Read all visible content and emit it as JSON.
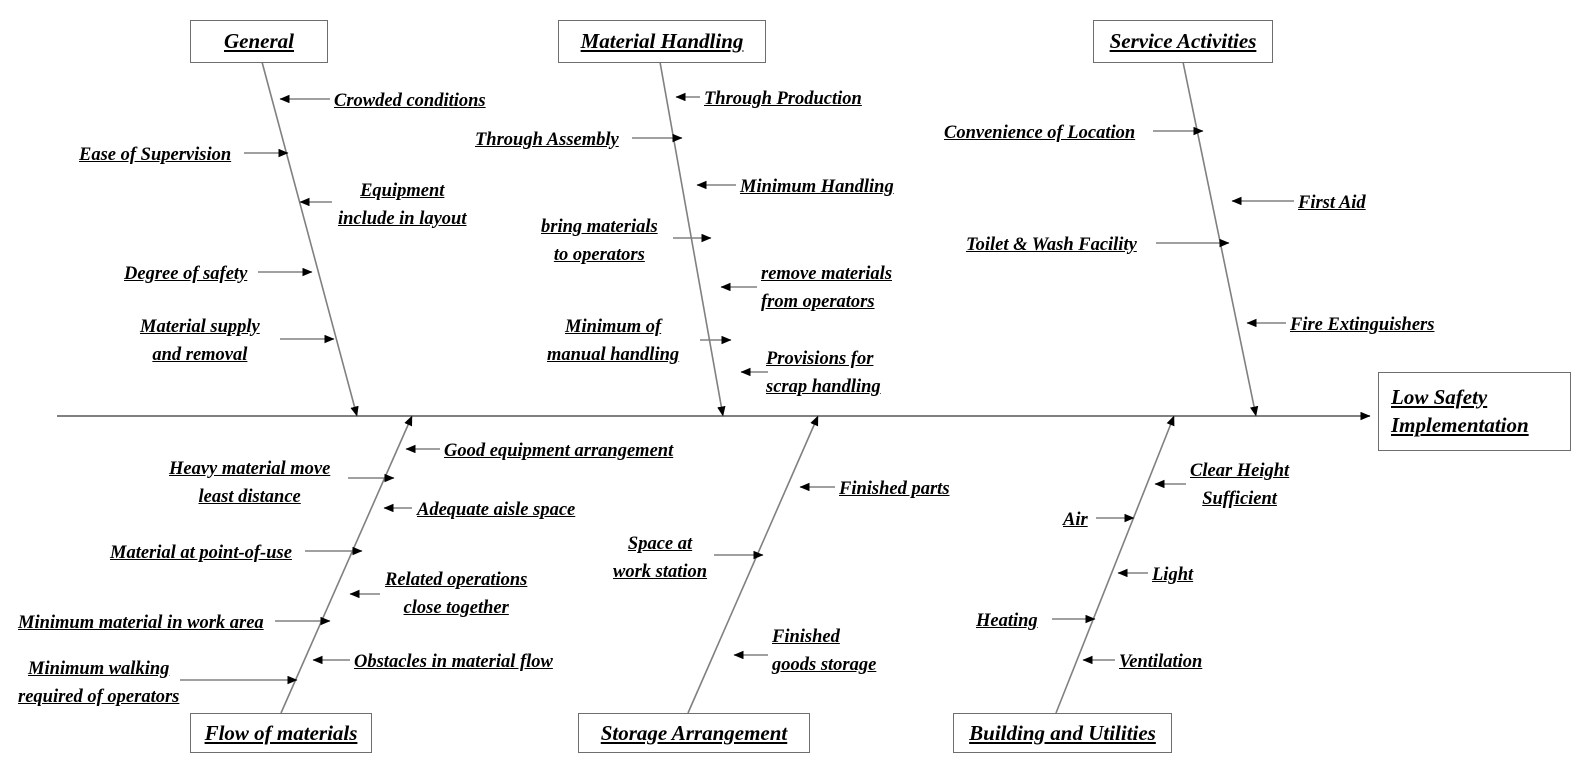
{
  "diagram": {
    "type": "fishbone-ishikawa",
    "effect": {
      "line1": "Low Safety ",
      "line2": "Implementation  "
    },
    "categories": [
      {
        "id": "general",
        "label": "General",
        "position": "top"
      },
      {
        "id": "material-handling",
        "label": "Material Handling",
        "position": "top"
      },
      {
        "id": "service-activities",
        "label": "Service Activities ",
        "position": "top"
      },
      {
        "id": "flow-of-materials",
        "label": "Flow of materials",
        "position": "bottom"
      },
      {
        "id": "storage-arrangement",
        "label": "Storage Arrangement",
        "position": "bottom"
      },
      {
        "id": "building-and-utilities",
        "label": "Building and Utilities ",
        "position": "bottom"
      }
    ],
    "causes": {
      "general": [
        {
          "text": "Crowded conditions",
          "side": "right"
        },
        {
          "text": "Ease of Supervision",
          "side": "left"
        },
        {
          "text_l1": "Equipment",
          "text_l2": "include in layout",
          "side": "right"
        },
        {
          "text": "Degree of safety",
          "side": "left"
        },
        {
          "text_l1": "Material supply",
          "text_l2": "and removal",
          "side": "left"
        }
      ],
      "material-handling": [
        {
          "text": "Through Production",
          "side": "right"
        },
        {
          "text": "Through Assembly",
          "side": "left"
        },
        {
          "text": "Minimum Handling",
          "side": "right"
        },
        {
          "text_l1": "bring materials",
          "text_l2": "to operators",
          "side": "left"
        },
        {
          "text_l1": "remove materials",
          "text_l2": "from operators",
          "side": "right"
        },
        {
          "text_l1": "Minimum of",
          "text_l2": "manual handling",
          "side": "left"
        },
        {
          "text_l1": "Provisions for",
          "text_l2": "scrap handling",
          "side": "right"
        }
      ],
      "service-activities": [
        {
          "text": "Convenience of Location",
          "side": "left"
        },
        {
          "text": "First Aid",
          "side": "right"
        },
        {
          "text": "Toilet & Wash Facility",
          "side": "left"
        },
        {
          "text": "Fire Extinguishers",
          "side": "right"
        }
      ],
      "flow-of-materials": [
        {
          "text": "Good equipment arrangement",
          "side": "right"
        },
        {
          "text_l1": "Heavy material move",
          "text_l2": "least distance",
          "side": "left"
        },
        {
          "text": "Adequate aisle space",
          "side": "right"
        },
        {
          "text": "Material at point-of-use",
          "side": "left"
        },
        {
          "text_l1": "Related operations",
          "text_l2": "close together",
          "side": "right"
        },
        {
          "text": "Minimum material in work area",
          "side": "left"
        },
        {
          "text": "Obstacles in material flow",
          "side": "right"
        },
        {
          "text_l1": "Minimum walking",
          "text_l2": "required of operators",
          "side": "left"
        }
      ],
      "storage-arrangement": [
        {
          "text": "Finished parts",
          "side": "right"
        },
        {
          "text_l1": "Space at",
          "text_l2": "work station",
          "side": "left"
        },
        {
          "text_l1": "Finished",
          "text_l2": "goods storage",
          "side": "right"
        }
      ],
      "building-and-utilities": [
        {
          "text_l1": "Clear Height",
          "text_l2": "Sufficient",
          "side": "right"
        },
        {
          "text": "Air",
          "side": "left"
        },
        {
          "text": "Light",
          "side": "right"
        },
        {
          "text": "Heating",
          "side": "left"
        },
        {
          "text": "Ventilation",
          "side": "right"
        }
      ]
    },
    "colors": {
      "line": "#808080",
      "arrowhead": "#000000",
      "text": "#000000",
      "box_border": "#6e6e6e",
      "background": "#ffffff"
    }
  }
}
